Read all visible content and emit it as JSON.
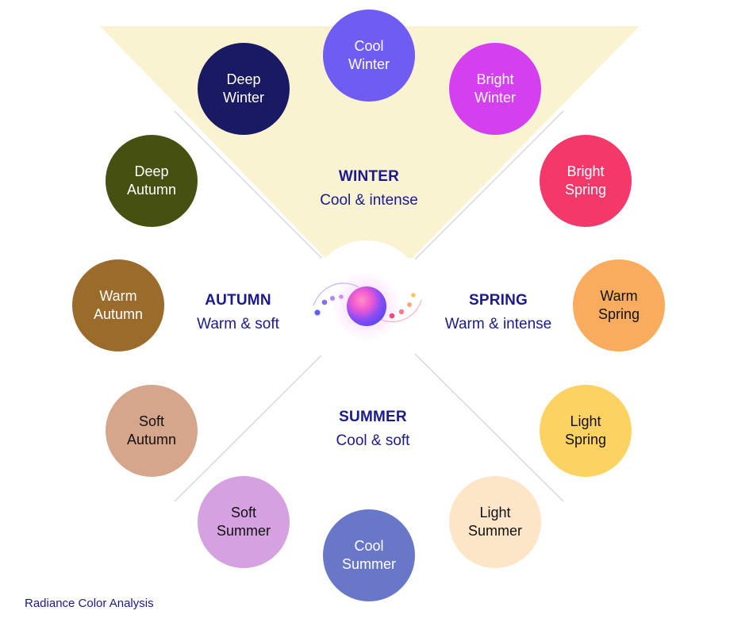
{
  "brand": "Radiance Color Analysis",
  "seasons": {
    "winter": {
      "name": "WINTER",
      "desc": "Cool & intense"
    },
    "autumn": {
      "name": "AUTUMN",
      "desc": "Warm & soft"
    },
    "spring": {
      "name": "SPRING",
      "desc": "Warm & intense"
    },
    "summer": {
      "name": "SUMMER",
      "desc": "Cool & soft"
    }
  },
  "colors": {
    "highlight": "#faf3d2",
    "season_text": "#1a1a8c",
    "divider": "#d4d4dc"
  },
  "palettes": [
    {
      "id": "cool-winter",
      "label": "Cool\nWinter",
      "bg": "#6f5cf3",
      "text": "#ffffff"
    },
    {
      "id": "deep-winter",
      "label": "Deep\nWinter",
      "bg": "#1a1a64",
      "text": "#ffffff"
    },
    {
      "id": "bright-winter",
      "label": "Bright\nWinter",
      "bg": "#d43ff0",
      "text": "#ffffff"
    },
    {
      "id": "deep-autumn",
      "label": "Deep\nAutumn",
      "bg": "#465011",
      "text": "#ffffff"
    },
    {
      "id": "bright-spring",
      "label": "Bright\nSpring",
      "bg": "#f4386a",
      "text": "#ffffff"
    },
    {
      "id": "warm-autumn",
      "label": "Warm\nAutumn",
      "bg": "#9a6b2b",
      "text": "#ffffff"
    },
    {
      "id": "warm-spring",
      "label": "Warm\nSpring",
      "bg": "#f9ac5d",
      "text": "#111111"
    },
    {
      "id": "soft-autumn",
      "label": "Soft\nAutumn",
      "bg": "#d5a68c",
      "text": "#111111"
    },
    {
      "id": "light-spring",
      "label": "Light\nSpring",
      "bg": "#fcd363",
      "text": "#111111"
    },
    {
      "id": "soft-summer",
      "label": "Soft\nSummer",
      "bg": "#d5a1e1",
      "text": "#111111"
    },
    {
      "id": "light-summer",
      "label": "Light\nSummer",
      "bg": "#fde5c7",
      "text": "#111111"
    },
    {
      "id": "cool-summer",
      "label": "Cool\nSummer",
      "bg": "#6977c8",
      "text": "#ffffff"
    }
  ]
}
